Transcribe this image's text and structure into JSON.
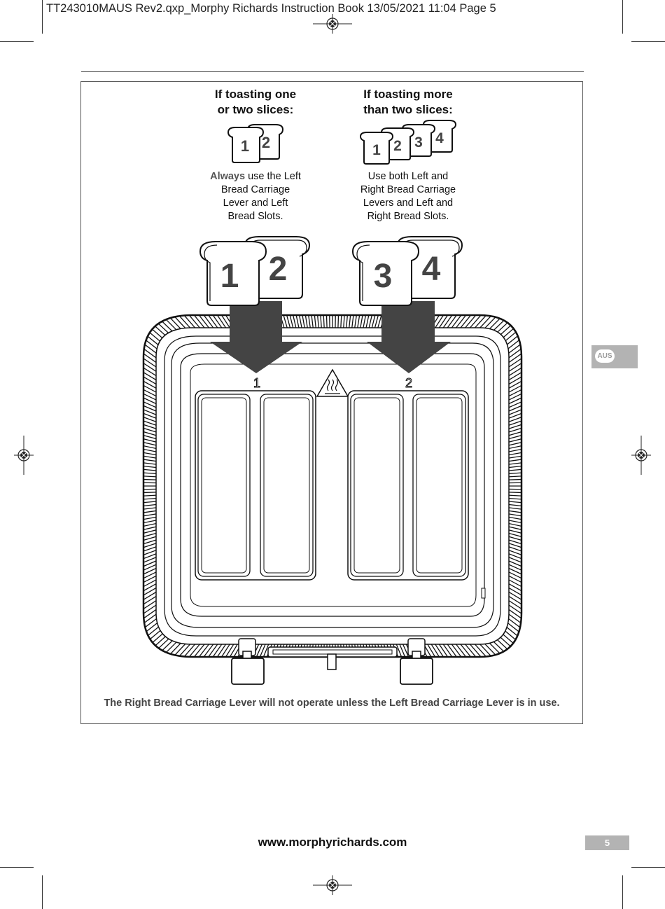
{
  "slug_line": "TT243010MAUS Rev2.qxp_Morphy Richards Instruction Book  13/05/2021  11:04  Page 5",
  "left_panel": {
    "heading_line1": "If toasting one",
    "heading_line2": "or two slices:",
    "small_slices": [
      "1",
      "2"
    ],
    "instruction_emphasis": "Always",
    "instruction_line1_rest": " use the Left",
    "instruction_line2": "Bread Carriage",
    "instruction_line3": "Lever and Left",
    "instruction_line4": "Bread Slots."
  },
  "right_panel": {
    "heading_line1": "If toasting more",
    "heading_line2": "than two slices:",
    "small_slices": [
      "1",
      "2",
      "3",
      "4"
    ],
    "instruction_line1": "Use both Left and",
    "instruction_line2": "Right Bread Carriage",
    "instruction_line3": "Levers and Left and",
    "instruction_line4": "Right Bread Slots."
  },
  "large_slices": [
    "1",
    "2",
    "3",
    "4"
  ],
  "slot_labels": [
    "1",
    "2"
  ],
  "bottom_note": "The Right Bread Carriage Lever will not operate unless the Left Bread Carriage Lever is in use.",
  "side_tab": "AUS",
  "website": "www.morphyrichards.com",
  "page_number": "5",
  "colors": {
    "tab_grey": "#b3b3b3",
    "arrow_grey": "#444444"
  }
}
